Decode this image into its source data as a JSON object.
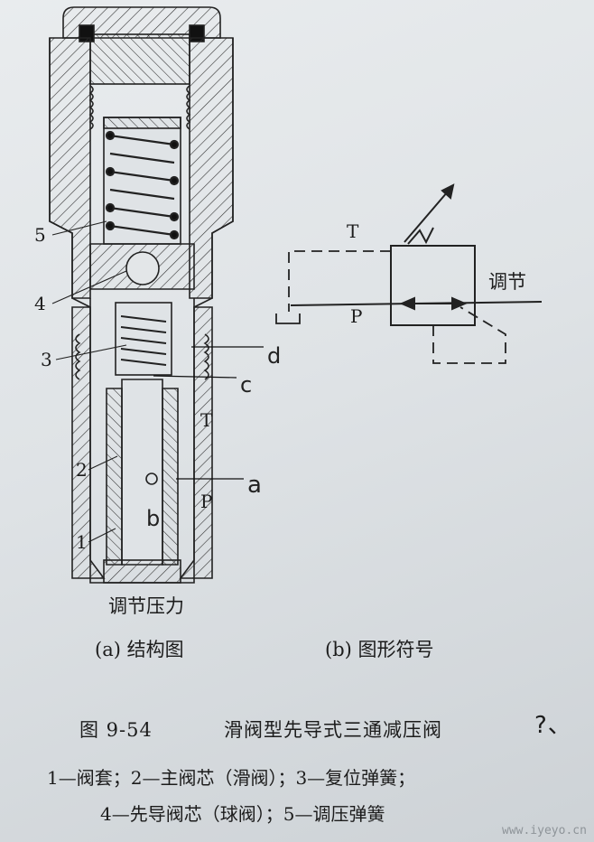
{
  "left_figure": {
    "parts": [
      "5",
      "4",
      "3",
      "2",
      "1"
    ],
    "ports": {
      "T": "T",
      "P": "P"
    },
    "marks": {
      "d": "d",
      "c": "c",
      "a": "a",
      "b": "b"
    },
    "bottom_label": "调节压力",
    "subcaption": "(a) 结构图"
  },
  "right_figure": {
    "T": "T",
    "P": "P",
    "adjust": "调节",
    "subcaption": "(b) 图形符号"
  },
  "caption": {
    "number": "图 9-54",
    "title": "滑阀型先导式三通减压阀",
    "mark": "?、",
    "line1": "1—阀套；2—主阀芯（滑阀）；3—复位弹簧；",
    "line2": "4—先导阀芯（球阀）；5—调压弹簧"
  },
  "watermark": "www.iyeyo.cn"
}
